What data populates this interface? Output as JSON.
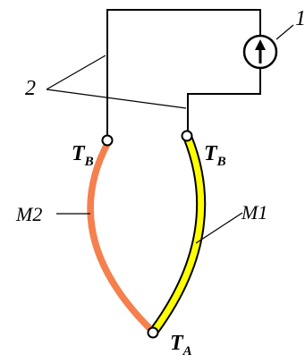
{
  "diagram": {
    "labels": {
      "source_number": "1",
      "wires_number": "2",
      "conductor_m2": "M2",
      "conductor_m1": "M1",
      "junction_left_base": "T",
      "junction_left_sub": "B",
      "junction_right_base": "T",
      "junction_right_sub": "B",
      "junction_hot_base": "T",
      "junction_hot_sub": "A"
    },
    "colors": {
      "m2_conductor": "#f5804e",
      "m1_conductor_fill": "#ffff00",
      "m1_conductor_outline": "#000000",
      "wire": "#000000",
      "background": "#ffffff"
    },
    "icons": {
      "source": "current-source-icon"
    }
  }
}
